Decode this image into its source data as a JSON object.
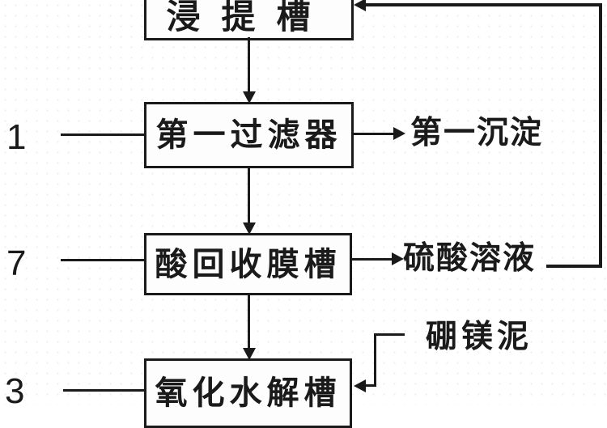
{
  "figure": {
    "type": "flowchart",
    "background_color": "#ffffff",
    "line_color": "#1a1a1a",
    "boxes": [
      {
        "id": "leaching-tank",
        "label": "浸提槽"
      },
      {
        "id": "first-filter",
        "label": "第一过滤器"
      },
      {
        "id": "acid-recovery-membrane-tank",
        "label": "酸回收膜槽"
      },
      {
        "id": "oxidation-hydrolysis-tank",
        "label": "氧化水解槽"
      }
    ],
    "ref_numbers": [
      {
        "id": "ref-1",
        "text": "1"
      },
      {
        "id": "ref-7",
        "text": "7"
      },
      {
        "id": "ref-3",
        "text": "3"
      }
    ],
    "stream_labels": [
      {
        "id": "first-precipitate",
        "text": "第一沉淀"
      },
      {
        "id": "sulfuric-acid-solution",
        "text": "硫酸溶液"
      },
      {
        "id": "boron-magnesium-mud",
        "text": "硼镁泥"
      }
    ]
  }
}
